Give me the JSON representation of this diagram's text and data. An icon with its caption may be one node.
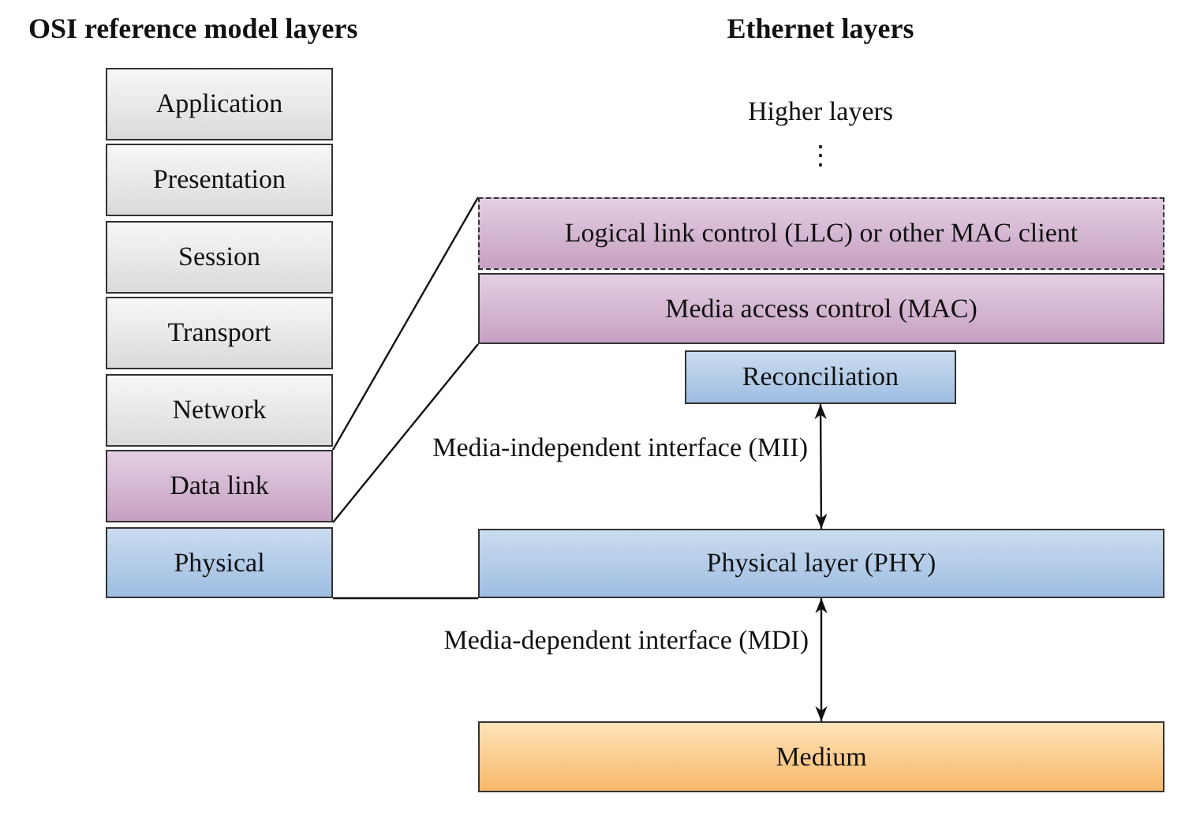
{
  "diagram": {
    "nodes": [
      {
        "text": [
          "Application"
        ]
      },
      {
        "text": [
          "Presentation"
        ]
      },
      {
        "text": [
          "Session"
        ]
      },
      {
        "text": [
          "Transport"
        ]
      },
      {
        "text": [
          "Network"
        ]
      },
      {
        "text": [
          "Data link"
        ]
      },
      {
        "text": [
          "Physical"
        ]
      },
      {
        "text": [
          "Logical link control (LLC) or other MAC client"
        ]
      },
      {
        "text": [
          "Media access control (MAC)"
        ]
      },
      {
        "text": [
          "Reconciliation"
        ]
      },
      {
        "text": [
          "Physical layer (PHY)"
        ]
      },
      {
        "text": [
          "Medium"
        ]
      }
    ],
    "edges": [
      {
        "from": 5,
        "to": 7,
        "arrow": "none"
      },
      {
        "from": 5,
        "to": 8,
        "arrow": "none"
      },
      {
        "from": 6,
        "to": 10,
        "arrow": "none"
      },
      {
        "from": 9,
        "to": 10,
        "arrow": "both",
        "label": "Media-independent interface (MII)"
      },
      {
        "from": 10,
        "to": 11,
        "arrow": "both",
        "label": "Media-dependent interface (MDI)"
      }
    ],
    "labels": [
      "OSI reference model layers",
      "Ethernet layers",
      "Higher layers",
      "⋮"
    ]
  }
}
